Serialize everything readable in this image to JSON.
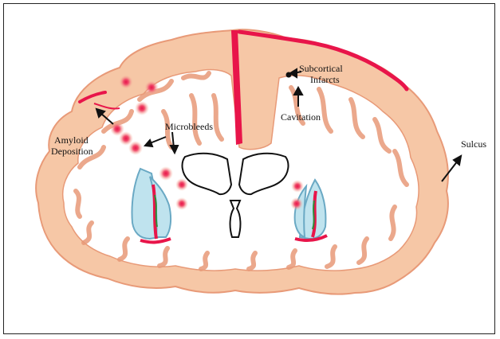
{
  "labels": {
    "subcortical_infarcts_line1": "Subcortical",
    "subcortical_infarcts_line2": "Infarcts",
    "cavitation": "Cavitation",
    "microbleeds": "Microbleeds",
    "amyloid_line1": "Amyloid",
    "amyloid_line2": "Deposition",
    "sulcus": "Sulcus"
  },
  "colors": {
    "cortex": "#f6c7a6",
    "cortex_edge": "#e89a78",
    "lesion_red": "#e8154a",
    "ventricle_outline": "#111111",
    "basal_ganglia": "#bfe3ee",
    "basal_outline": "#6aa9c4",
    "vessel_green": "#2e8b3a"
  }
}
